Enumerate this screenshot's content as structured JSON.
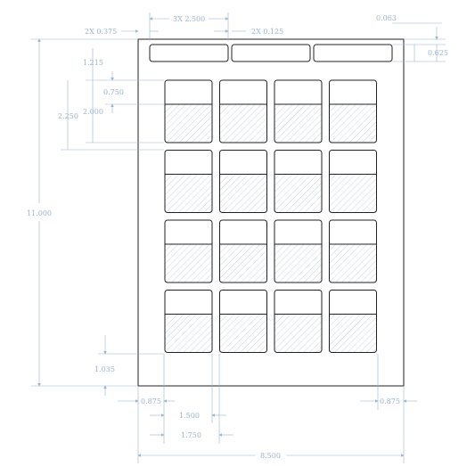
{
  "drawing": {
    "colors": {
      "dimension": "#9ab3cf",
      "outline": "#222222",
      "hatch": "#b9c9db",
      "background": "#ffffff"
    },
    "sheet": {
      "columns": 4,
      "rows": 4,
      "top_labels": 3
    },
    "dimensions": {
      "top_label_count": "2X 0.375",
      "top_label_width": "3X 2.500",
      "top_label_gap": "2X 0.125",
      "top_edge_small": "0.063",
      "top_label_height": "0.625",
      "first_row_offset": "1.215",
      "label_header": "0.750",
      "label_pitch": "2.250",
      "label_height": "2.000",
      "sheet_height": "11.000",
      "bottom_margin": "1.035",
      "left_margin": "0.875",
      "right_margin": "0.875",
      "label_width": "1.500",
      "label_pitch_h": "1.750",
      "sheet_width": "8.500"
    }
  }
}
